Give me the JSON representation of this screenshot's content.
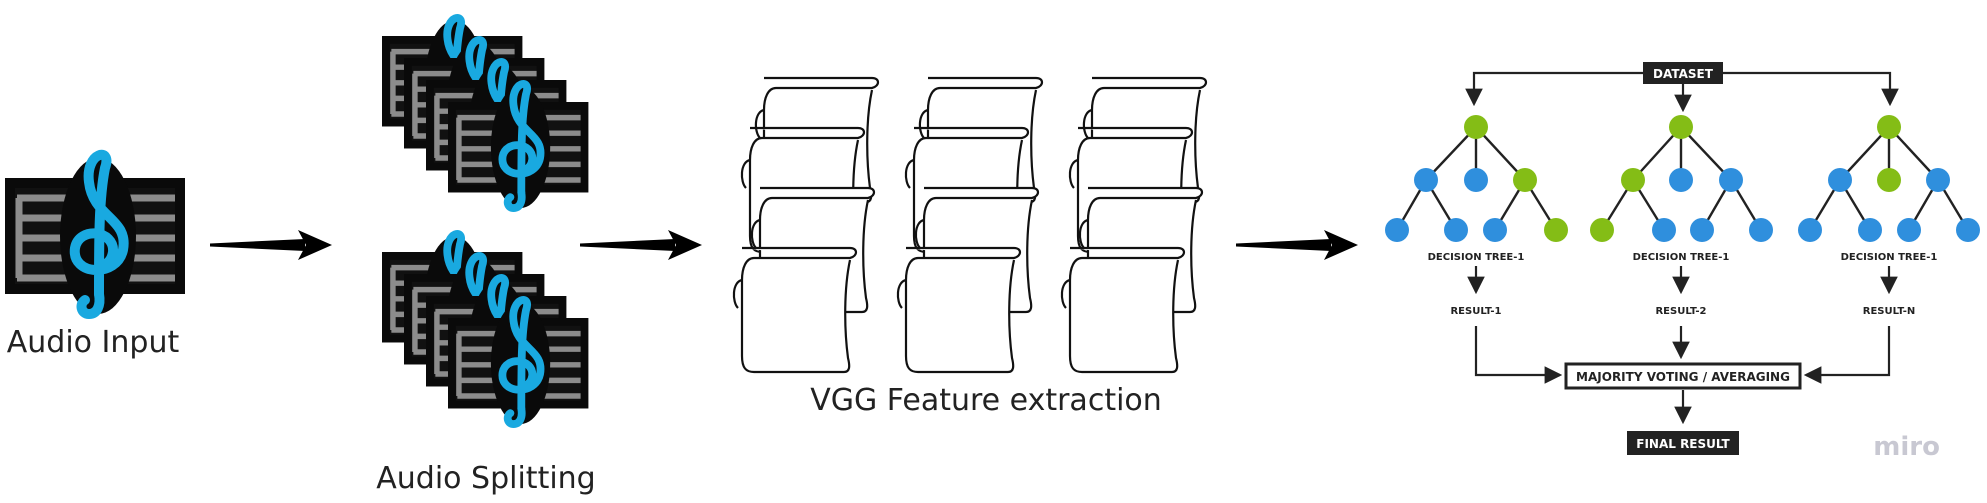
{
  "captions": {
    "audio_input": "Audio Input",
    "audio_splitting": "Audio Splitting",
    "vgg": "VGG Feature extraction"
  },
  "forest": {
    "dataset": "DATASET",
    "trees": [
      {
        "name": "DECISION TREE-1",
        "result": "RESULT-1"
      },
      {
        "name": "DECISION TREE-1",
        "result": "RESULT-2"
      },
      {
        "name": "DECISION TREE-1",
        "result": "RESULT-N"
      }
    ],
    "voting": "MAJORITY VOTING / AVERAGING",
    "final": "FINAL RESULT"
  },
  "watermark": "miro",
  "colors": {
    "note_blue": "#19a9e0",
    "node_blue": "#2f8fdd",
    "node_green": "#84bd16",
    "dark": "#222222",
    "staff_gray": "#8c8c8c"
  },
  "icons": {
    "music": "treble-clef-staff-icon",
    "paper": "curled-paper-stack-icon",
    "arrow": "right-arrow-icon"
  }
}
